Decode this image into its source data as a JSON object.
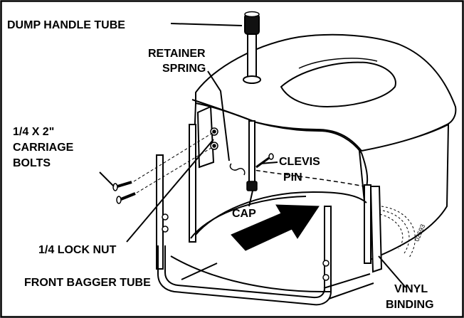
{
  "labels": {
    "dump_handle_tube": "DUMP HANDLE TUBE",
    "retainer_spring_1": "RETAINER",
    "retainer_spring_2": "SPRING",
    "carriage_bolts_1": "1/4 X 2\"",
    "carriage_bolts_2": "CARRIAGE",
    "carriage_bolts_3": "BOLTS",
    "clevis_pin_1": "CLEVIS",
    "clevis_pin_2": "PIN",
    "cap": "CAP",
    "lock_nut": "1/4 LOCK NUT",
    "front_bagger_tube": "FRONT BAGGER TUBE",
    "vinyl_binding_1": "VINYL",
    "vinyl_binding_2": "BINDING"
  },
  "figure_number": "02593",
  "colors": {
    "line": "#000000",
    "background": "#ffffff",
    "handle_grip": "#111111",
    "arrow": "#000000"
  }
}
